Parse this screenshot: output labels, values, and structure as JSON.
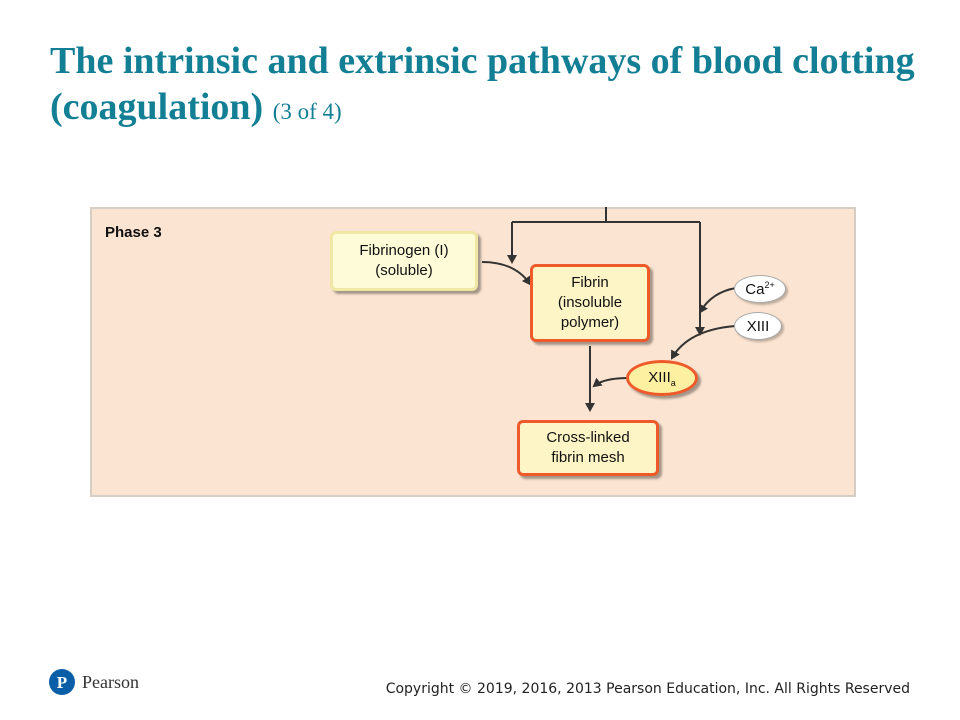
{
  "title": {
    "main": "The intrinsic and extrinsic pathways of blood clotting (coagulation)",
    "sub": "(3 of 4)"
  },
  "diagram": {
    "phase_label": "Phase 3",
    "fibrinogen": "Fibrinogen (I) (soluble)",
    "fibrin": "Fibrin (insoluble polymer)",
    "crosslinked": "Cross-linked fibrin mesh",
    "calcium_base": "Ca",
    "calcium_sup": "2+",
    "factor_xiii": "XIII",
    "factor_xiiia_base": "XIII",
    "factor_xiiia_sub": "a"
  },
  "footer": {
    "brand": "Pearson",
    "copyright": "Copyright © 2019, 2016, 2013 Pearson Education, Inc. All Rights Reserved"
  },
  "colors": {
    "title": "#137f95",
    "panel": "#fbe4d1",
    "box_border_orange": "#ef5a2a",
    "pearson_blue": "#0a5ea8"
  }
}
